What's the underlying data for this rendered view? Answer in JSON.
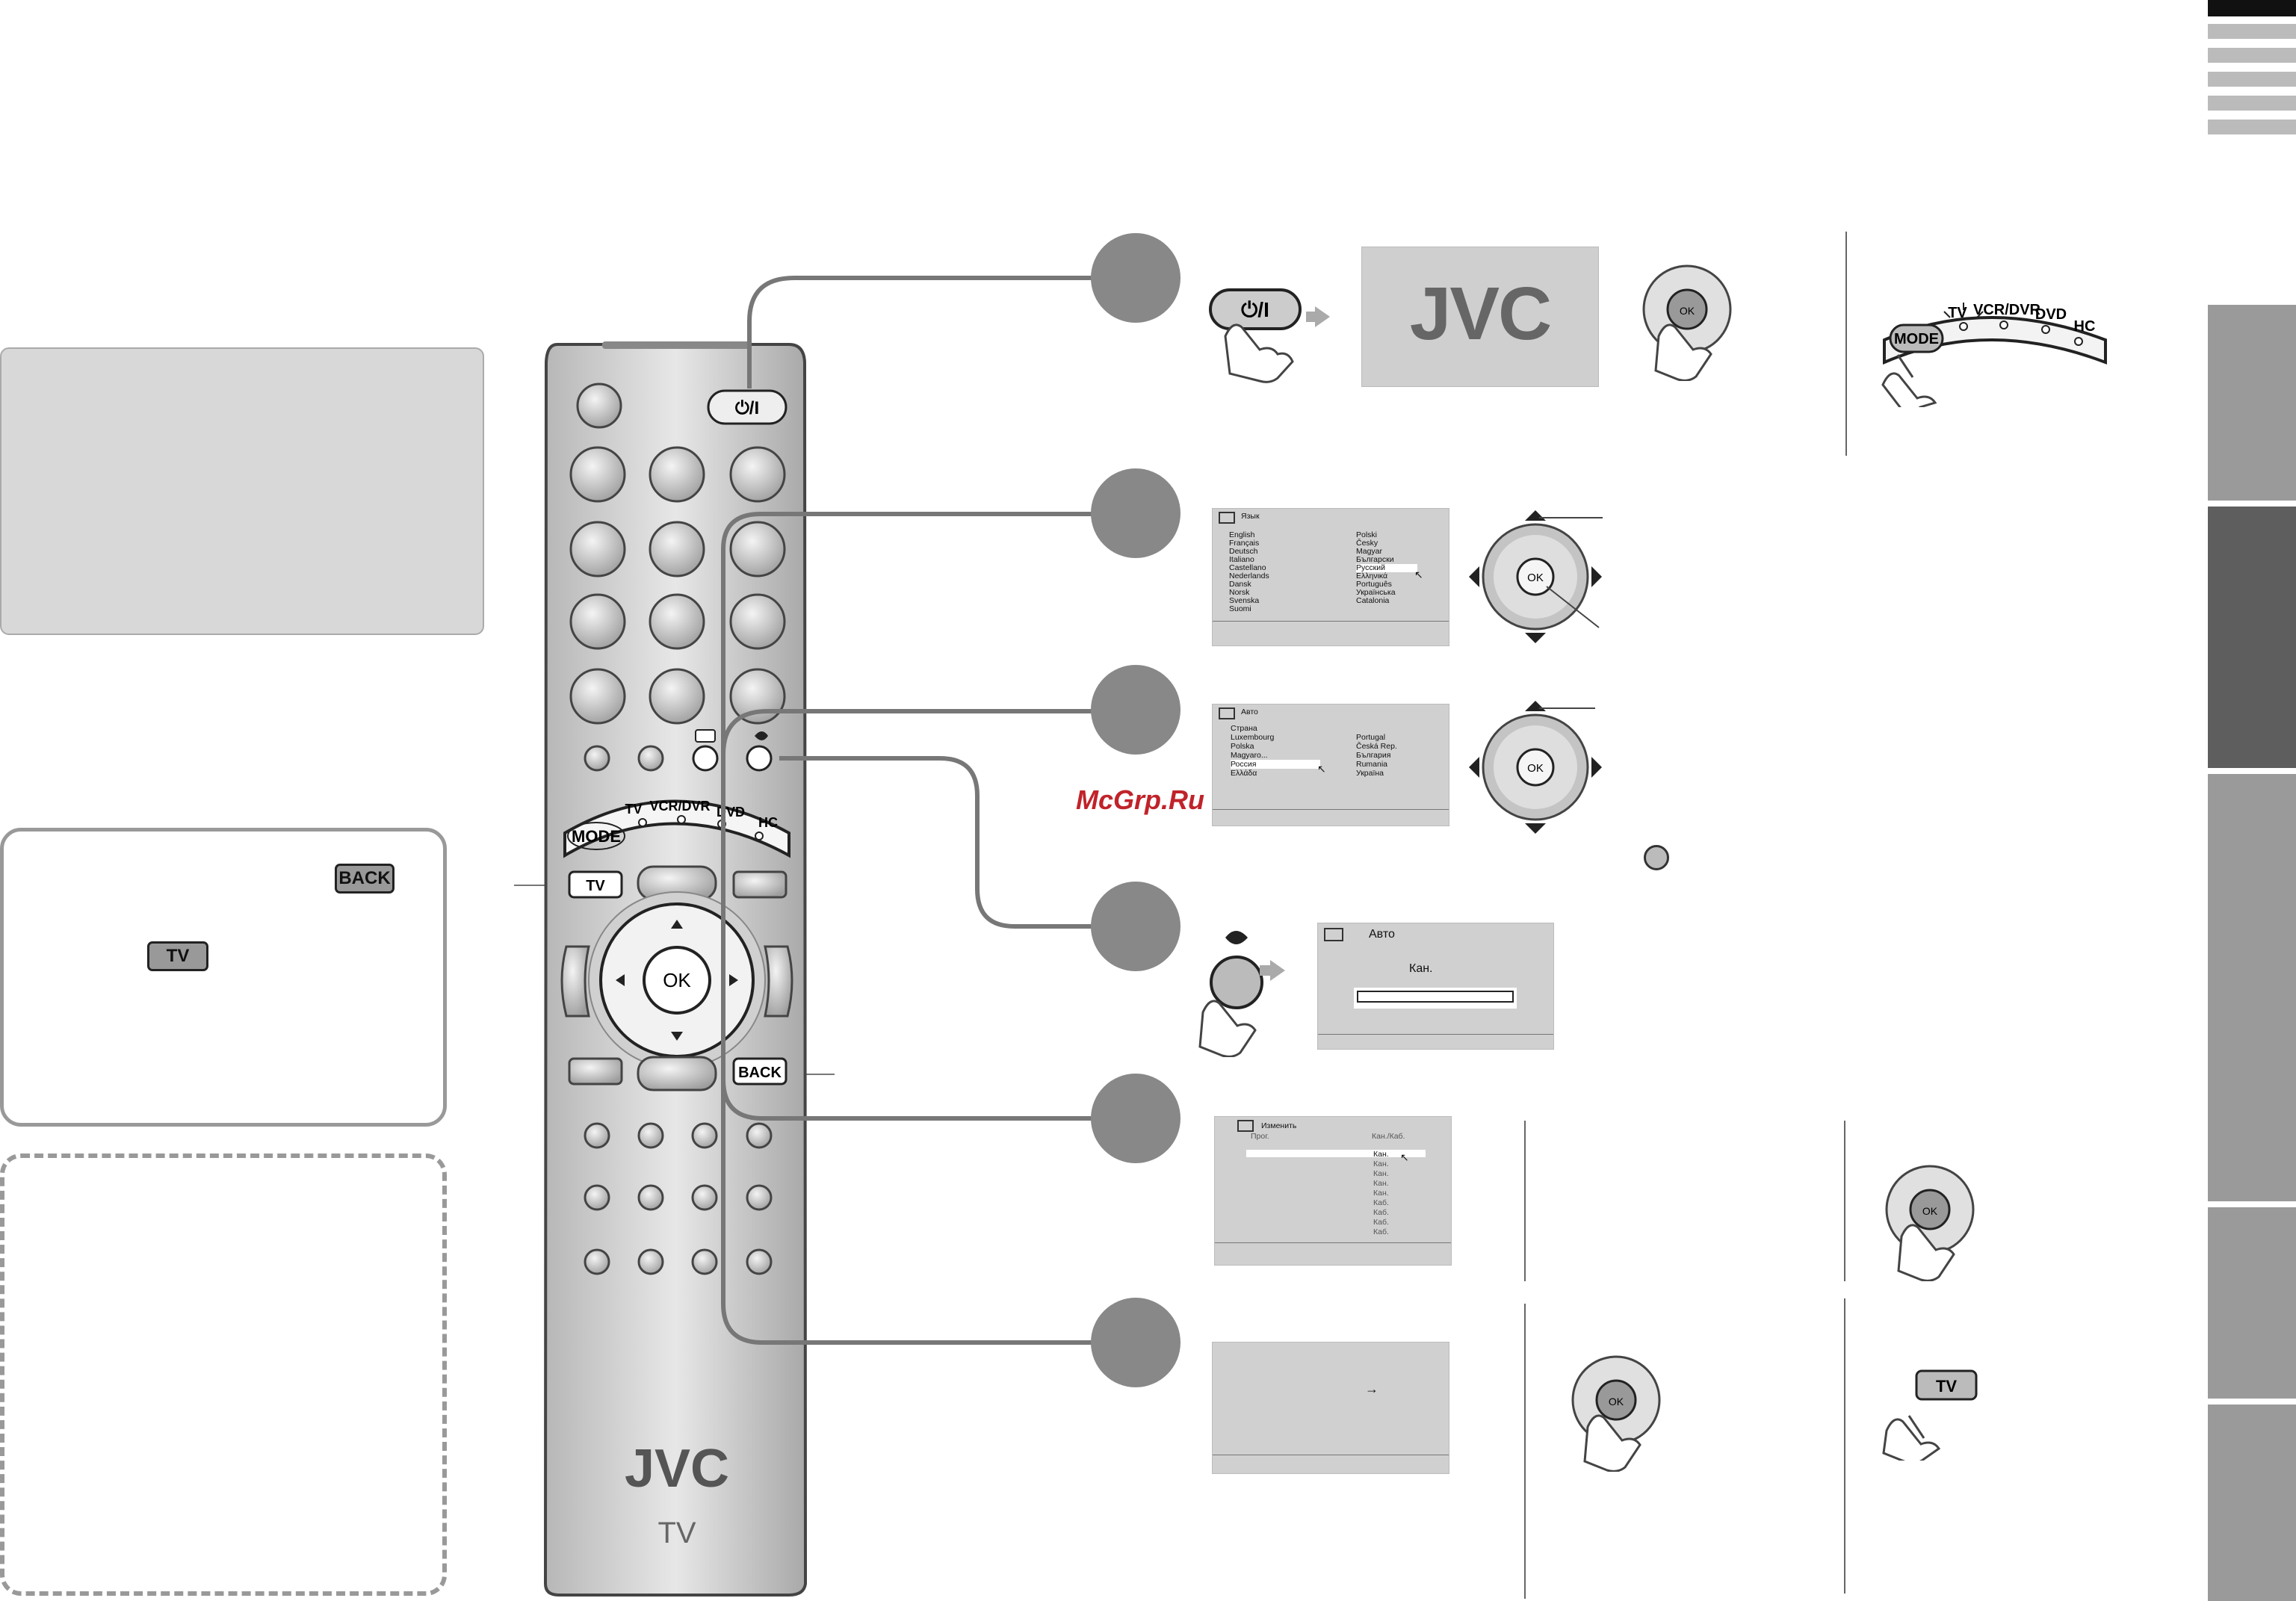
{
  "remote": {
    "power_label": "⏻/I",
    "mode_label": "MODE",
    "modes": [
      "TV",
      "VCR/DVR",
      "DVD",
      "HC"
    ],
    "tv_label": "TV",
    "ok_label": "OK",
    "back_label": "BACK",
    "brand": "JVC",
    "model": "TV"
  },
  "callouts": {
    "back_label": "BACK",
    "tv_label": "TV"
  },
  "watermark": "McGrp.Ru",
  "step1": {
    "power_label": "⏻/I",
    "splash_brand": "JVC",
    "ok_label": "OK",
    "mode_arc_mode": "MODE",
    "mode_arc_modes": [
      "TV",
      "VCR/DVR",
      "DVD",
      "HC"
    ]
  },
  "step2": {
    "menu_title": "Язык",
    "languages_left": [
      "English",
      "Français",
      "Deutsch",
      "Italiano",
      "Castellano",
      "Nederlands",
      "Dansk",
      "Norsk",
      "Svenska",
      "Suomi"
    ],
    "languages_right": [
      "Polski",
      "Česky",
      "Magyar",
      "Български",
      "Русский",
      "Ελληνικά",
      "Português",
      "Українська",
      "Catalonia"
    ],
    "ok_label": "OK"
  },
  "step3": {
    "menu_title": "Авто",
    "country_header": "Страна",
    "countries_left": [
      "Luxembourg",
      "Polska",
      "Magyaro...",
      "Россия",
      "Ελλάδα"
    ],
    "countries_right": [
      "Portugal",
      "Česká Rep.",
      "България",
      "Rumania",
      "Україна"
    ],
    "ok_label": "OK"
  },
  "step4": {
    "menu_title": "Авто",
    "channel_label": "Кан."
  },
  "step5": {
    "menu_title": "Изменить",
    "prog_label": "Прог.",
    "column_header": "Кан./Каб.",
    "channel_rows": [
      "Кан.",
      "Кан.",
      "Кан.",
      "Кан.",
      "Кан.",
      "Каб.",
      "Каб.",
      "Каб.",
      "Каб."
    ],
    "ok_label": "OK"
  },
  "step6": {
    "arrow_label": "→",
    "ok_label": "OK",
    "tv_label": "TV"
  }
}
